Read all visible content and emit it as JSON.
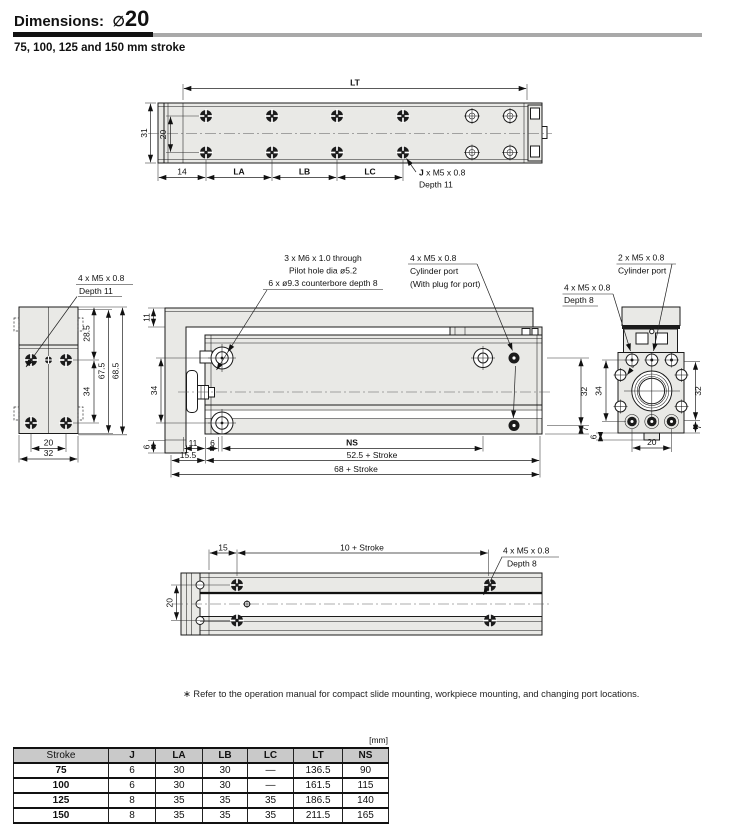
{
  "header": {
    "title": "Dimensions:",
    "diameter_symbol": "∅",
    "diameter_value": "20",
    "subtitle": "75, 100, 125 and 150 mm stroke"
  },
  "colors": {
    "line": "#1b1b1b",
    "fill": "#e9e9e6",
    "table_header_bg": "#c9c9c9",
    "accent_bar": "#a9a9a9"
  },
  "top_view": {
    "dim_lt": "LT",
    "dim_31": "31",
    "dim_20": "20",
    "dim_14": "14",
    "dim_la": "LA",
    "dim_lb": "LB",
    "dim_lc": "LC",
    "callout_j_bold": "J",
    "callout_j_rest": " x M5 x 0.8",
    "callout_j_line2": "Depth 11"
  },
  "left_end_view": {
    "callout_line1": "4 x M5 x 0.8",
    "callout_line2": "Depth 11",
    "dim_28_5": "28.5",
    "dim_67_5": "67.5",
    "dim_68_5": "68.5",
    "dim_34": "34",
    "dim_20": "20",
    "dim_32": "32"
  },
  "side_view": {
    "callout_m6_line1": "3 x M6 x 1.0 through",
    "callout_m6_line2": "Pilot hole dia ø5.2",
    "callout_m6_line3": "6 x ø9.3 counterbore depth 8",
    "callout_port_line1": "4 x M5 x 0.8",
    "callout_port_line2": "Cylinder port",
    "callout_port_line3": "(With plug for port)",
    "dim_11_left": "11",
    "dim_34": "34",
    "dim_6_left": "6",
    "dim_11_bottom": "11",
    "dim_6_bottom": "6",
    "dim_ns": "NS",
    "dim_15_5": "15.5",
    "dim_52_5": "52.5 + Stroke",
    "dim_68": "68 + Stroke",
    "dim_32": "32",
    "dim_7": "7"
  },
  "right_end_view": {
    "callout_2xm5_line1": "2 x M5 x 0.8",
    "callout_2xm5_line2": "Cylinder port",
    "callout_4xm5_line1": "4 x M5 x 0.8",
    "callout_4xm5_line2": "Depth 8",
    "dim_34": "34",
    "dim_6": "6",
    "dim_20": "20",
    "dim_32": "32",
    "dim_7": "7"
  },
  "bottom_view": {
    "dim_15": "15",
    "dim_10_stroke": "10 + Stroke",
    "dim_20": "20",
    "callout_line1": "4 x M5 x 0.8",
    "callout_line2": "Depth 8"
  },
  "note": {
    "text": "∗  Refer to the operation manual for compact slide mounting, workpiece mounting, and changing port locations."
  },
  "table": {
    "unit": "[mm]",
    "headers": [
      "Stroke",
      "J",
      "LA",
      "LB",
      "LC",
      "LT",
      "NS"
    ],
    "rows": [
      [
        "75",
        "6",
        "30",
        "30",
        "—",
        "136.5",
        "90"
      ],
      [
        "100",
        "6",
        "30",
        "30",
        "—",
        "161.5",
        "115"
      ],
      [
        "125",
        "8",
        "35",
        "35",
        "35",
        "186.5",
        "140"
      ],
      [
        "150",
        "8",
        "35",
        "35",
        "35",
        "211.5",
        "165"
      ]
    ]
  }
}
